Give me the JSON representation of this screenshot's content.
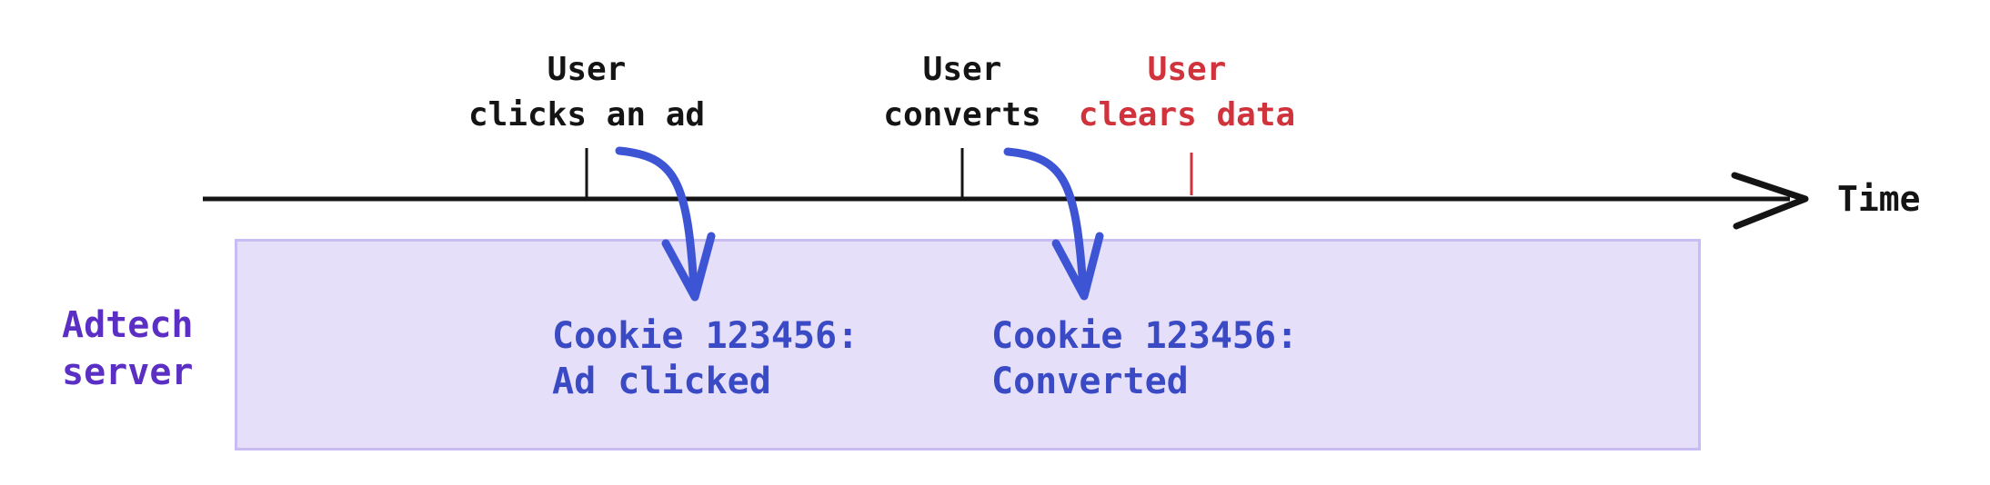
{
  "colors": {
    "ink": "#141414",
    "alert_red": "#d0333b",
    "server_purple": "#5b2fc4",
    "record_blue": "#3a49c4",
    "arrow_blue": "#3d55d4",
    "box_fill": "#e5dff9",
    "box_border": "#c9bcf2"
  },
  "timeline": {
    "axis_label": "Time",
    "events": [
      {
        "line1": "User",
        "line2": "clicks an ad",
        "status": "normal"
      },
      {
        "line1": "User",
        "line2": "converts",
        "status": "normal"
      },
      {
        "line1": "User",
        "line2": "clears data",
        "status": "alert"
      }
    ]
  },
  "server": {
    "label_line1": "Adtech",
    "label_line2": "server",
    "records": [
      {
        "line1": "Cookie 123456:",
        "line2": "Ad clicked"
      },
      {
        "line1": "Cookie 123456:",
        "line2": "Converted"
      }
    ]
  }
}
